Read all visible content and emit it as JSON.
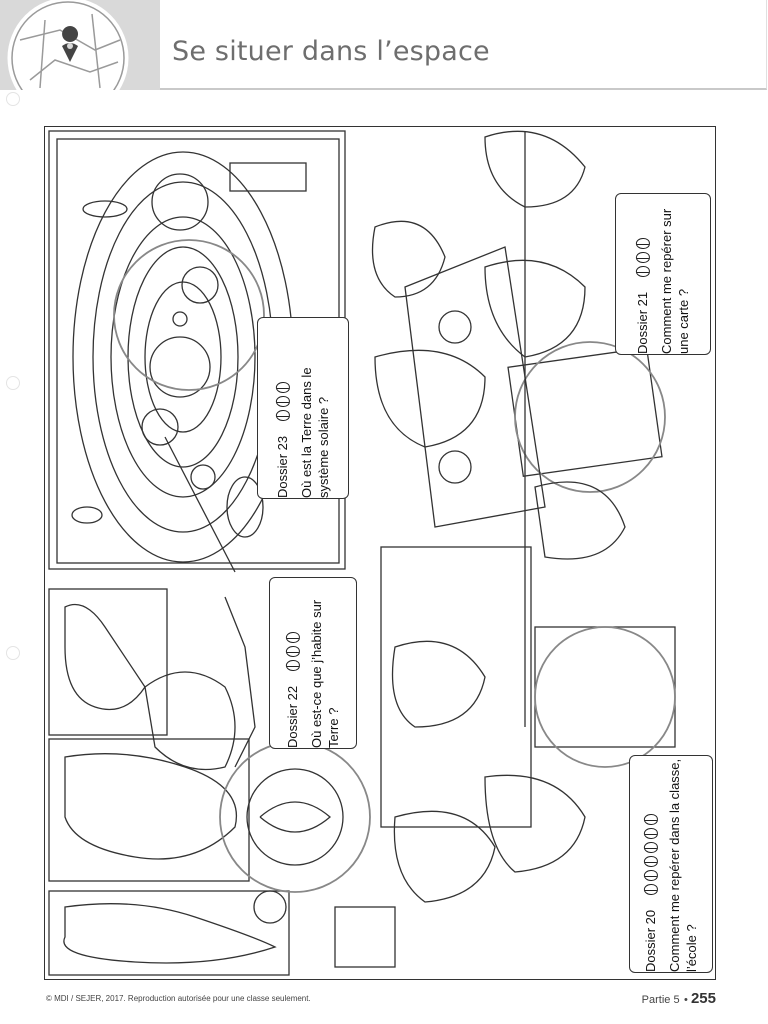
{
  "header": {
    "title": "Se situer dans l’espace",
    "icon": "map-pin-icon"
  },
  "dossiers": [
    {
      "number": "Dossier 23",
      "question": "Où est la Terre dans le système solaire ?",
      "difficulty": 3
    },
    {
      "number": "Dossier 22",
      "question": "Où est-ce que j’habite sur Terre ?",
      "difficulty": 3
    },
    {
      "number": "Dossier 21",
      "question": "Comment me repérer sur une carte ?",
      "difficulty": 3
    },
    {
      "number": "Dossier 20",
      "question": "Comment me repérer dans la classe, l’école ?",
      "difficulty": 6
    }
  ],
  "footer": {
    "copyright": "© MDI / SEJER, 2017. Reproduction autorisée pour une classe seulement.",
    "part": "Partie 5",
    "page": "255"
  },
  "colors": {
    "header_gray": "#d9d9d9",
    "title_gray": "#6e6e6e",
    "line": "#333333"
  }
}
